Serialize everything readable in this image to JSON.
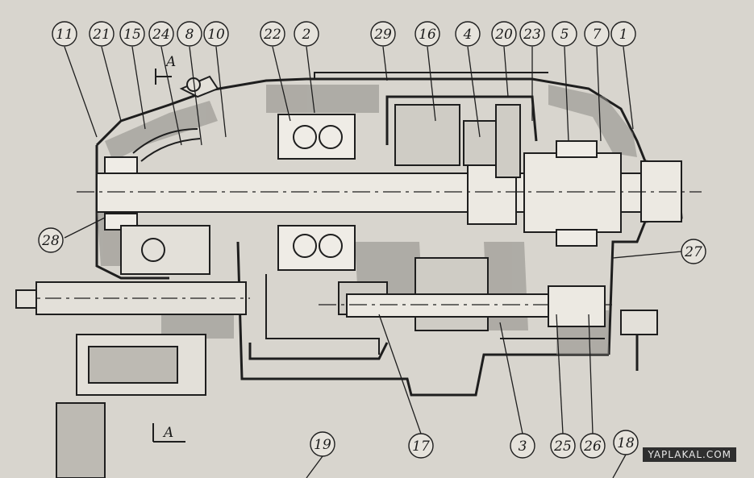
{
  "drawing": {
    "callouts": [
      "11",
      "21",
      "15",
      "24",
      "8",
      "10",
      "22",
      "2",
      "29",
      "16",
      "4",
      "20",
      "23",
      "5",
      "7",
      "1",
      "28",
      "27",
      "19",
      "17",
      "3",
      "25",
      "26",
      "18"
    ],
    "section_mark": "A",
    "watermark": "YAPLAKAL.COM"
  }
}
